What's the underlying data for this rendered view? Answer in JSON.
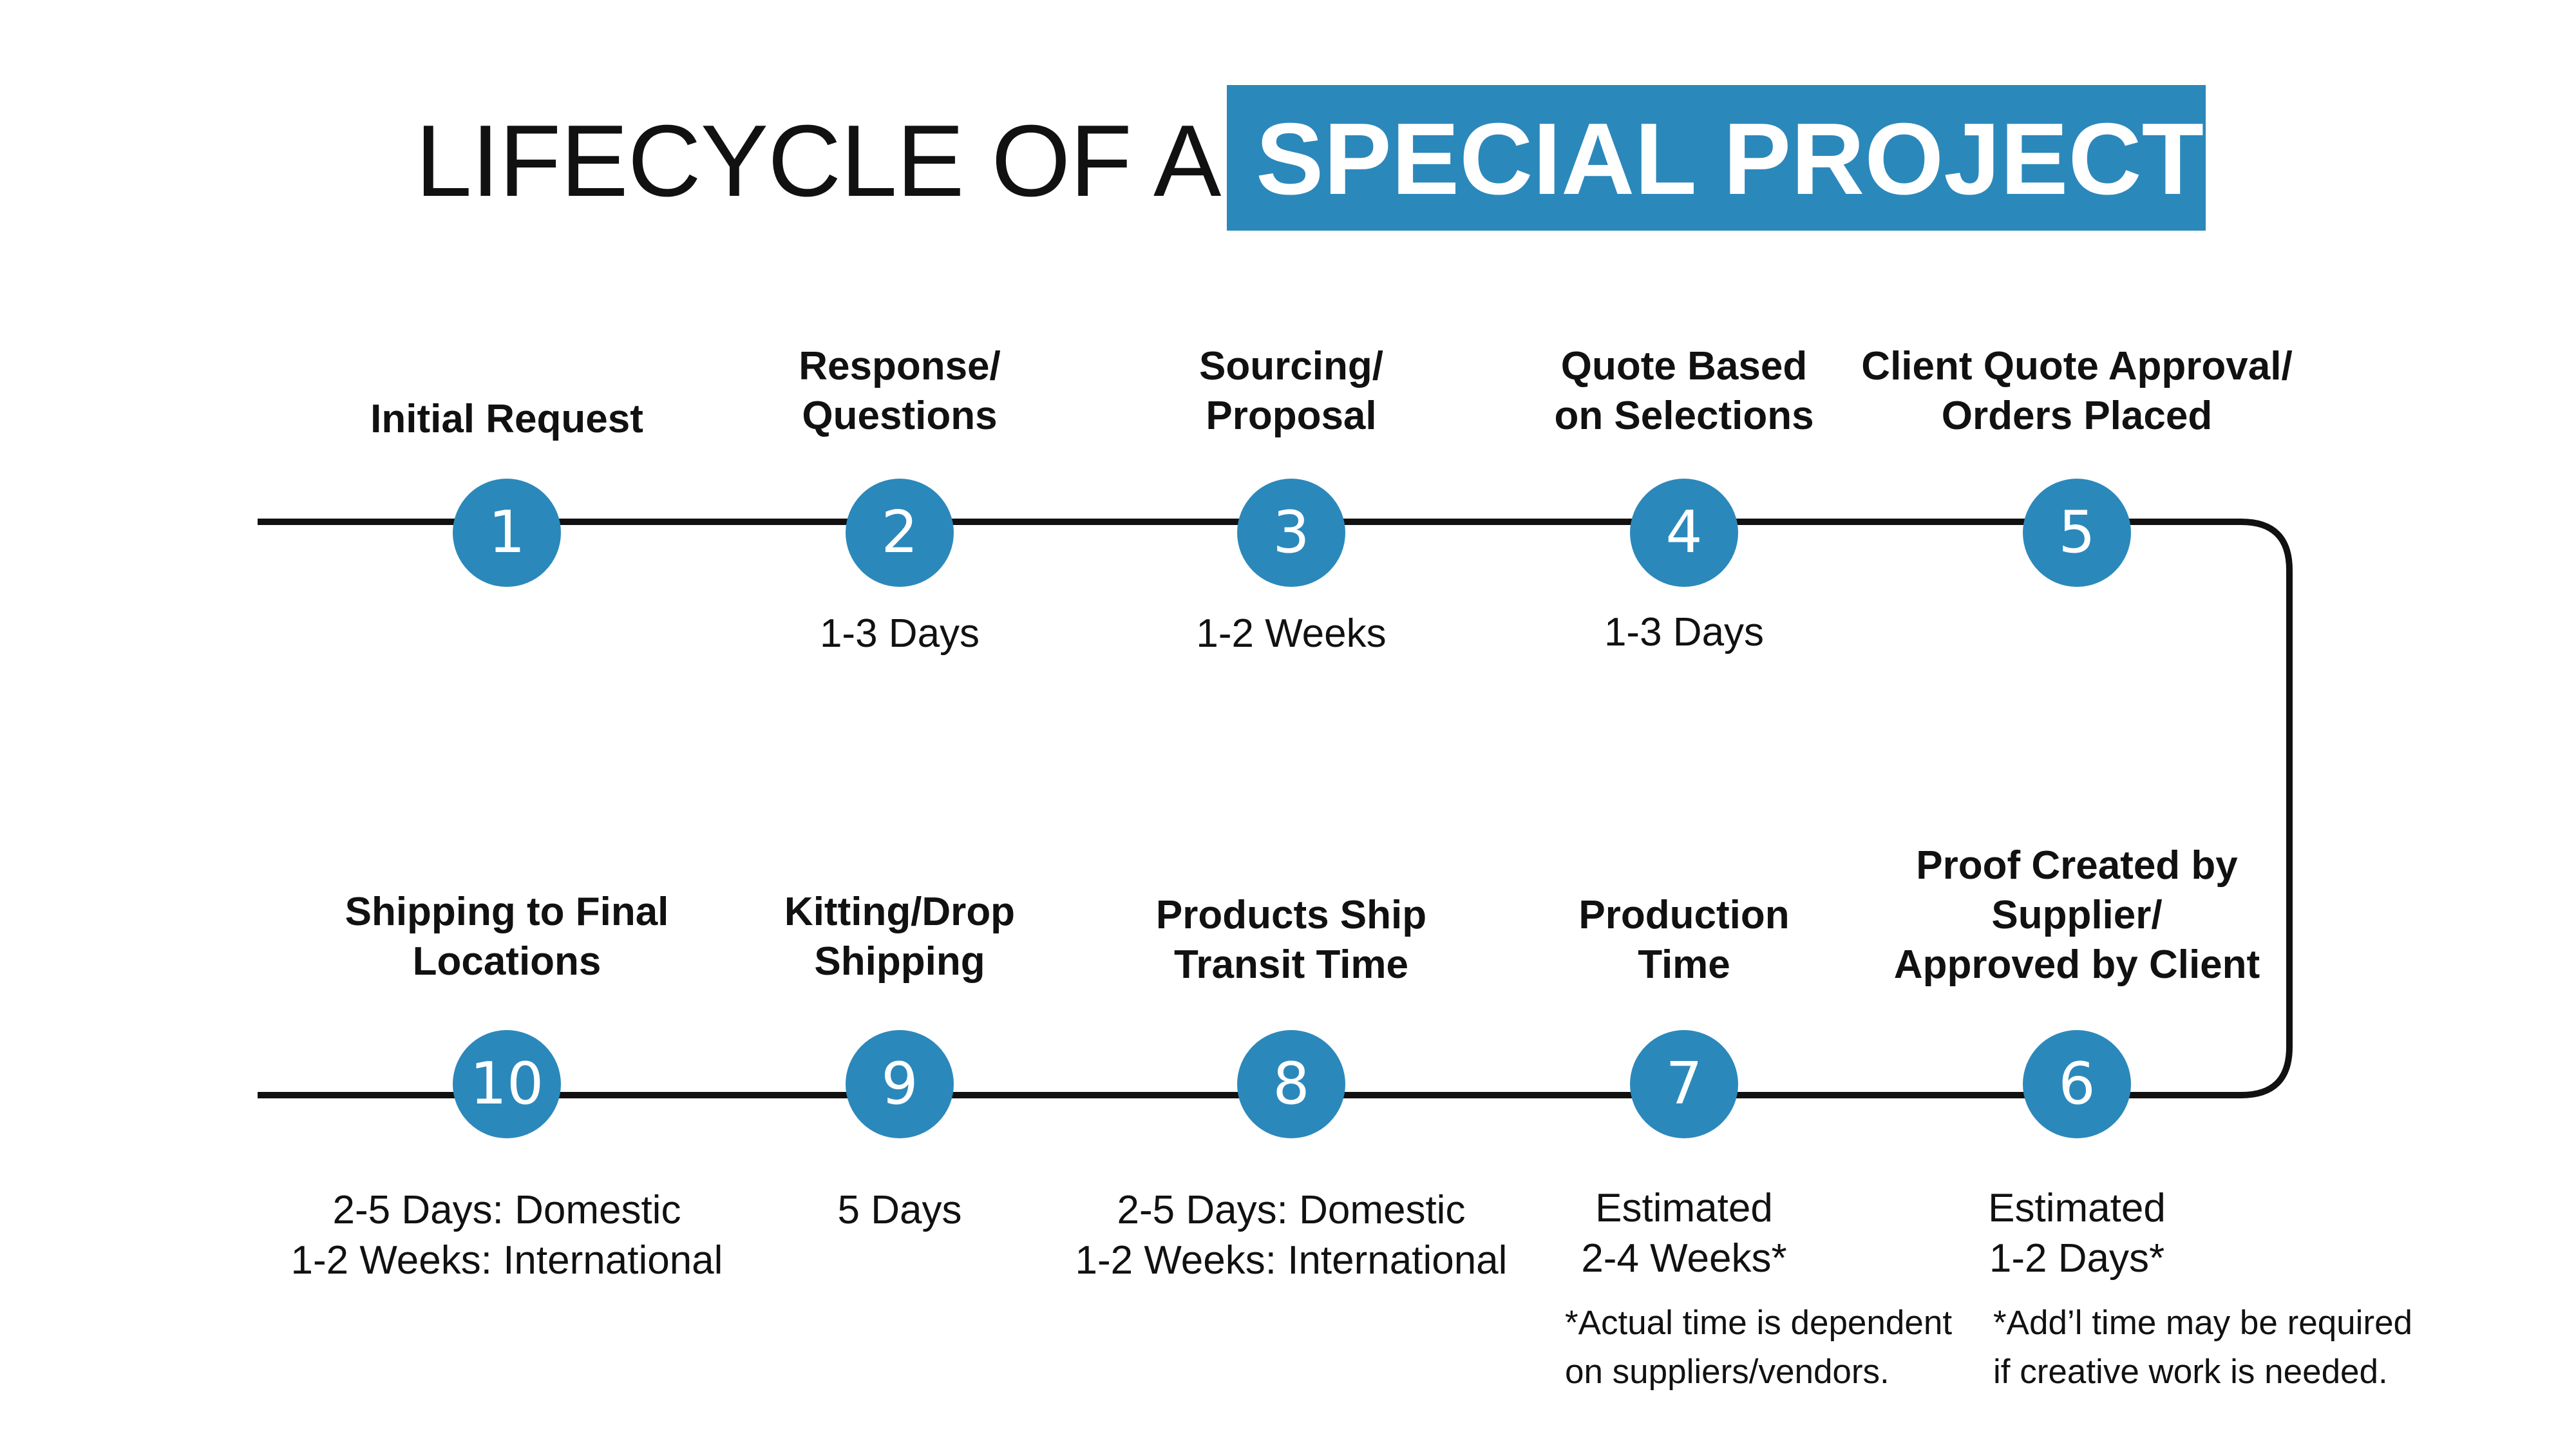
{
  "title": {
    "plain": "LIFECYCLE OF A",
    "highlight": "SPECIAL PROJECT"
  },
  "colors": {
    "accent": "#2b88bb",
    "line": "#111111",
    "text": "#111111"
  },
  "steps": [
    {
      "number": "1",
      "title": "Initial Request",
      "duration": ""
    },
    {
      "number": "2",
      "title": "Response/\nQuestions",
      "duration": "1-3 Days"
    },
    {
      "number": "3",
      "title": "Sourcing/\nProposal",
      "duration": "1-2 Weeks"
    },
    {
      "number": "4",
      "title": "Quote Based\non Selections",
      "duration": "1-3 Days"
    },
    {
      "number": "5",
      "title": "Client Quote Approval/\nOrders Placed",
      "duration": ""
    },
    {
      "number": "6",
      "title": "Proof Created by\nSupplier/\nApproved by Client",
      "duration": "Estimated\n1-2 Days*",
      "note": "*Add’l time may be required\nif creative work is needed."
    },
    {
      "number": "7",
      "title": "Production\nTime",
      "duration": "Estimated\n2-4 Weeks*",
      "note": "*Actual time is dependent\non suppliers/vendors."
    },
    {
      "number": "8",
      "title": "Products Ship\nTransit Time",
      "duration": "2-5 Days: Domestic\n1-2 Weeks: International"
    },
    {
      "number": "9",
      "title": "Kitting/Drop\nShipping",
      "duration": "5 Days"
    },
    {
      "number": "10",
      "title": "Shipping to Final\nLocations",
      "duration": "2-5 Days: Domestic\n1-2 Weeks: International"
    }
  ]
}
